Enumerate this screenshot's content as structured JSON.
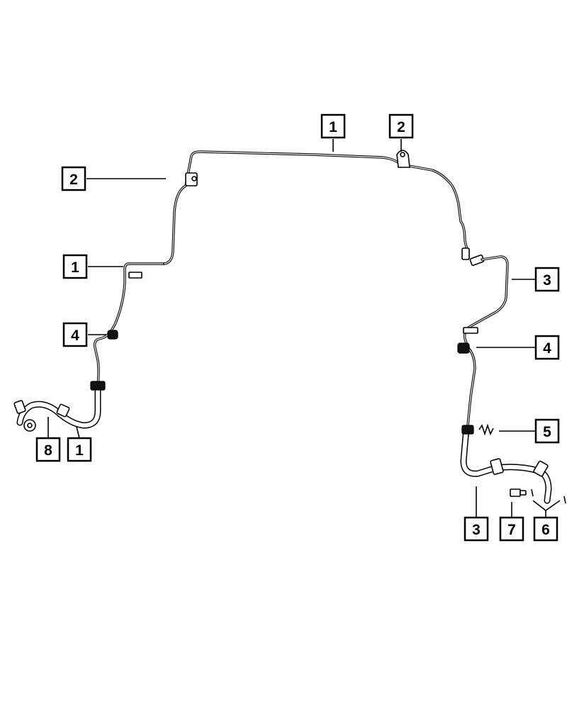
{
  "callouts": {
    "top_center": "1",
    "top_right_bracket": "2",
    "left_bracket": "2",
    "left_mid": "1",
    "left_clip": "4",
    "left_bottom_hose": "8",
    "left_bottom_line": "1",
    "right_line_upper": "3",
    "right_clip": "4",
    "right_spring": "5",
    "right_bottom_line": "3",
    "right_bolt": "7",
    "right_washer": "6"
  }
}
